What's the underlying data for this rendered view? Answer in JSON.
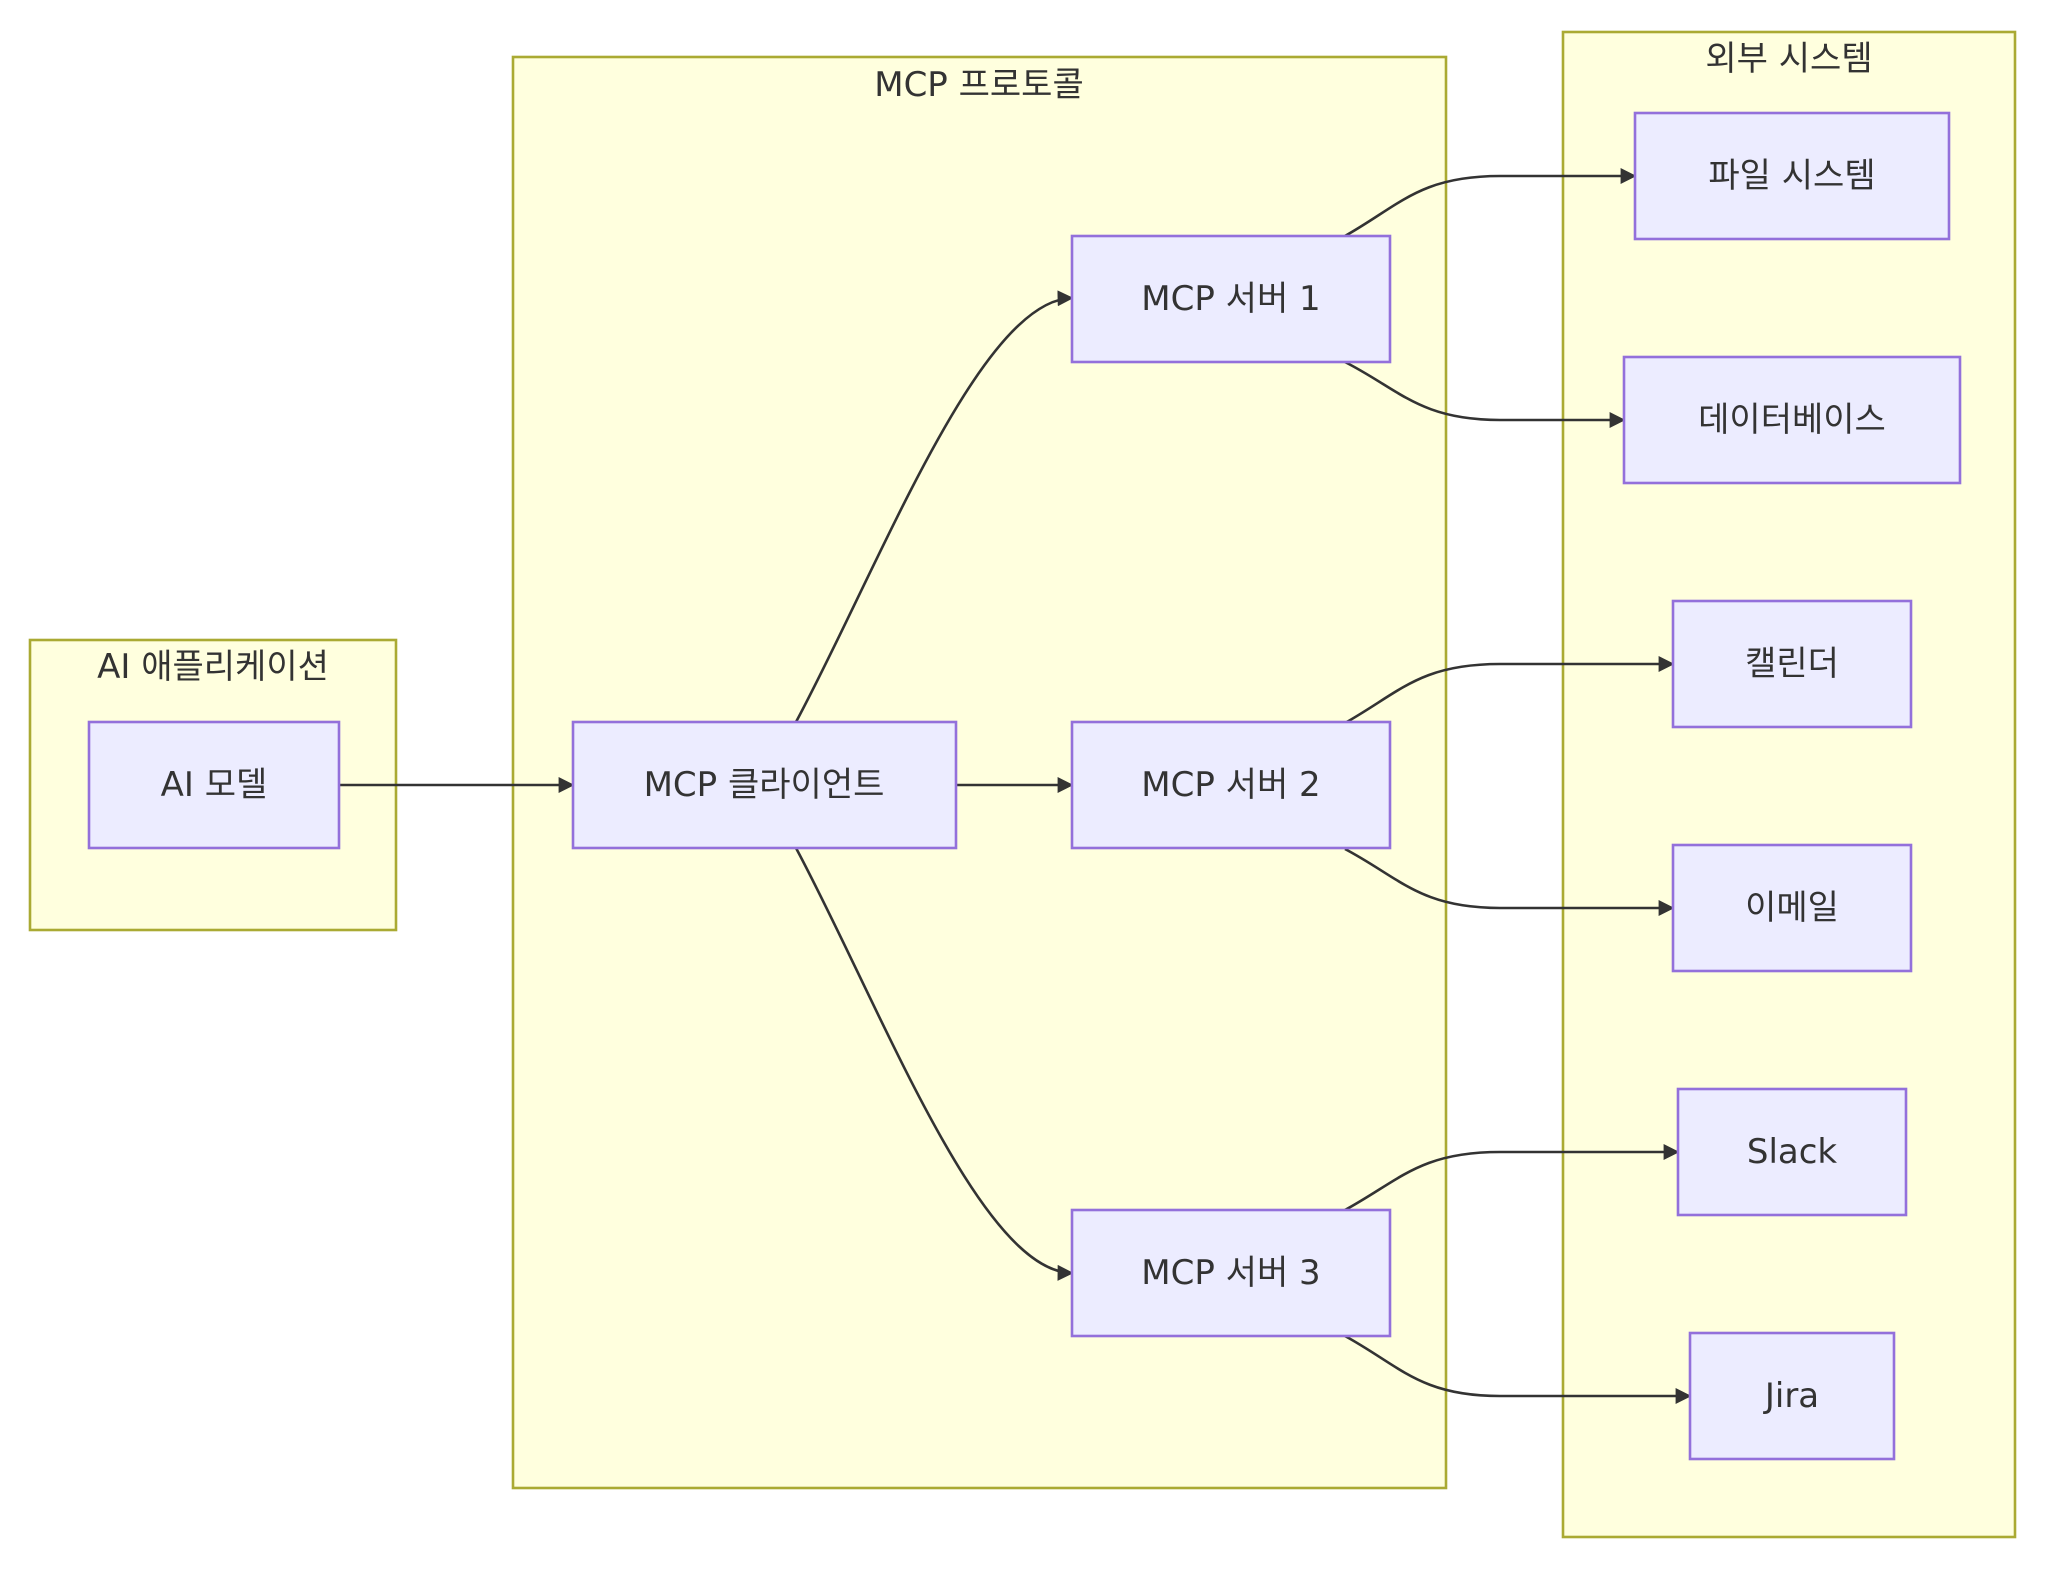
{
  "diagram": {
    "type": "flowchart",
    "direction": "left-to-right",
    "colors": {
      "cluster_fill": "#ffffde",
      "cluster_stroke": "#aaaa33",
      "node_fill": "#ececff",
      "node_stroke": "#9370db",
      "edge": "#333333",
      "text": "#333333"
    },
    "clusters": {
      "ai_app": {
        "label": "AI 애플리케이션"
      },
      "mcp_protocol": {
        "label": "MCP 프로토콜"
      },
      "external": {
        "label": "외부 시스템"
      }
    },
    "nodes": {
      "ai_model": {
        "label": "AI 모델",
        "cluster": "ai_app"
      },
      "mcp_client": {
        "label": "MCP 클라이언트",
        "cluster": "mcp_protocol"
      },
      "server1": {
        "label": "MCP 서버 1",
        "cluster": "mcp_protocol"
      },
      "server2": {
        "label": "MCP 서버 2",
        "cluster": "mcp_protocol"
      },
      "server3": {
        "label": "MCP 서버 3",
        "cluster": "mcp_protocol"
      },
      "filesystem": {
        "label": "파일 시스템",
        "cluster": "external"
      },
      "database": {
        "label": "데이터베이스",
        "cluster": "external"
      },
      "calendar": {
        "label": "캘린더",
        "cluster": "external"
      },
      "email": {
        "label": "이메일",
        "cluster": "external"
      },
      "slack": {
        "label": "Slack",
        "cluster": "external"
      },
      "jira": {
        "label": "Jira",
        "cluster": "external"
      }
    },
    "edges": [
      {
        "from": "ai_model",
        "to": "mcp_client"
      },
      {
        "from": "mcp_client",
        "to": "server1"
      },
      {
        "from": "mcp_client",
        "to": "server2"
      },
      {
        "from": "mcp_client",
        "to": "server3"
      },
      {
        "from": "server1",
        "to": "filesystem"
      },
      {
        "from": "server1",
        "to": "database"
      },
      {
        "from": "server2",
        "to": "calendar"
      },
      {
        "from": "server2",
        "to": "email"
      },
      {
        "from": "server3",
        "to": "slack"
      },
      {
        "from": "server3",
        "to": "jira"
      }
    ]
  }
}
